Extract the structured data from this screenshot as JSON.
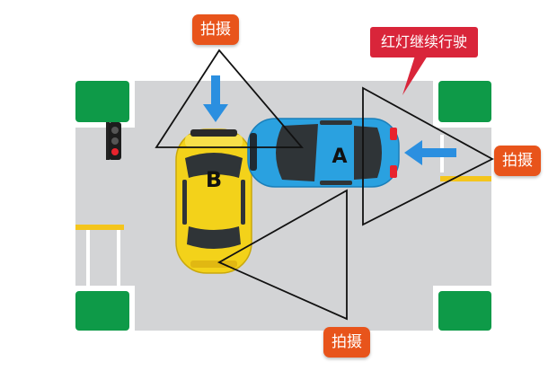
{
  "labels": {
    "photo_top": "拍摄",
    "photo_right": "拍摄",
    "photo_bottom": "拍摄",
    "red_light_note": "红灯继续行驶",
    "car_a": "A",
    "car_b": "B"
  },
  "colors": {
    "road": "#d3d4d6",
    "corner_green": "#0e9a48",
    "stop_line_yellow": "#f4c51c",
    "car_a_blue": "#2aa1e0",
    "car_b_yellow": "#f3d21a",
    "tag_orange": "#e8541b",
    "note_red": "#d9253a",
    "arrow_blue": "#2b8fe0"
  },
  "icons": {
    "traffic_light": "traffic-light-icon",
    "arrow_down": "arrow-down-icon",
    "arrow_left": "arrow-left-icon"
  }
}
